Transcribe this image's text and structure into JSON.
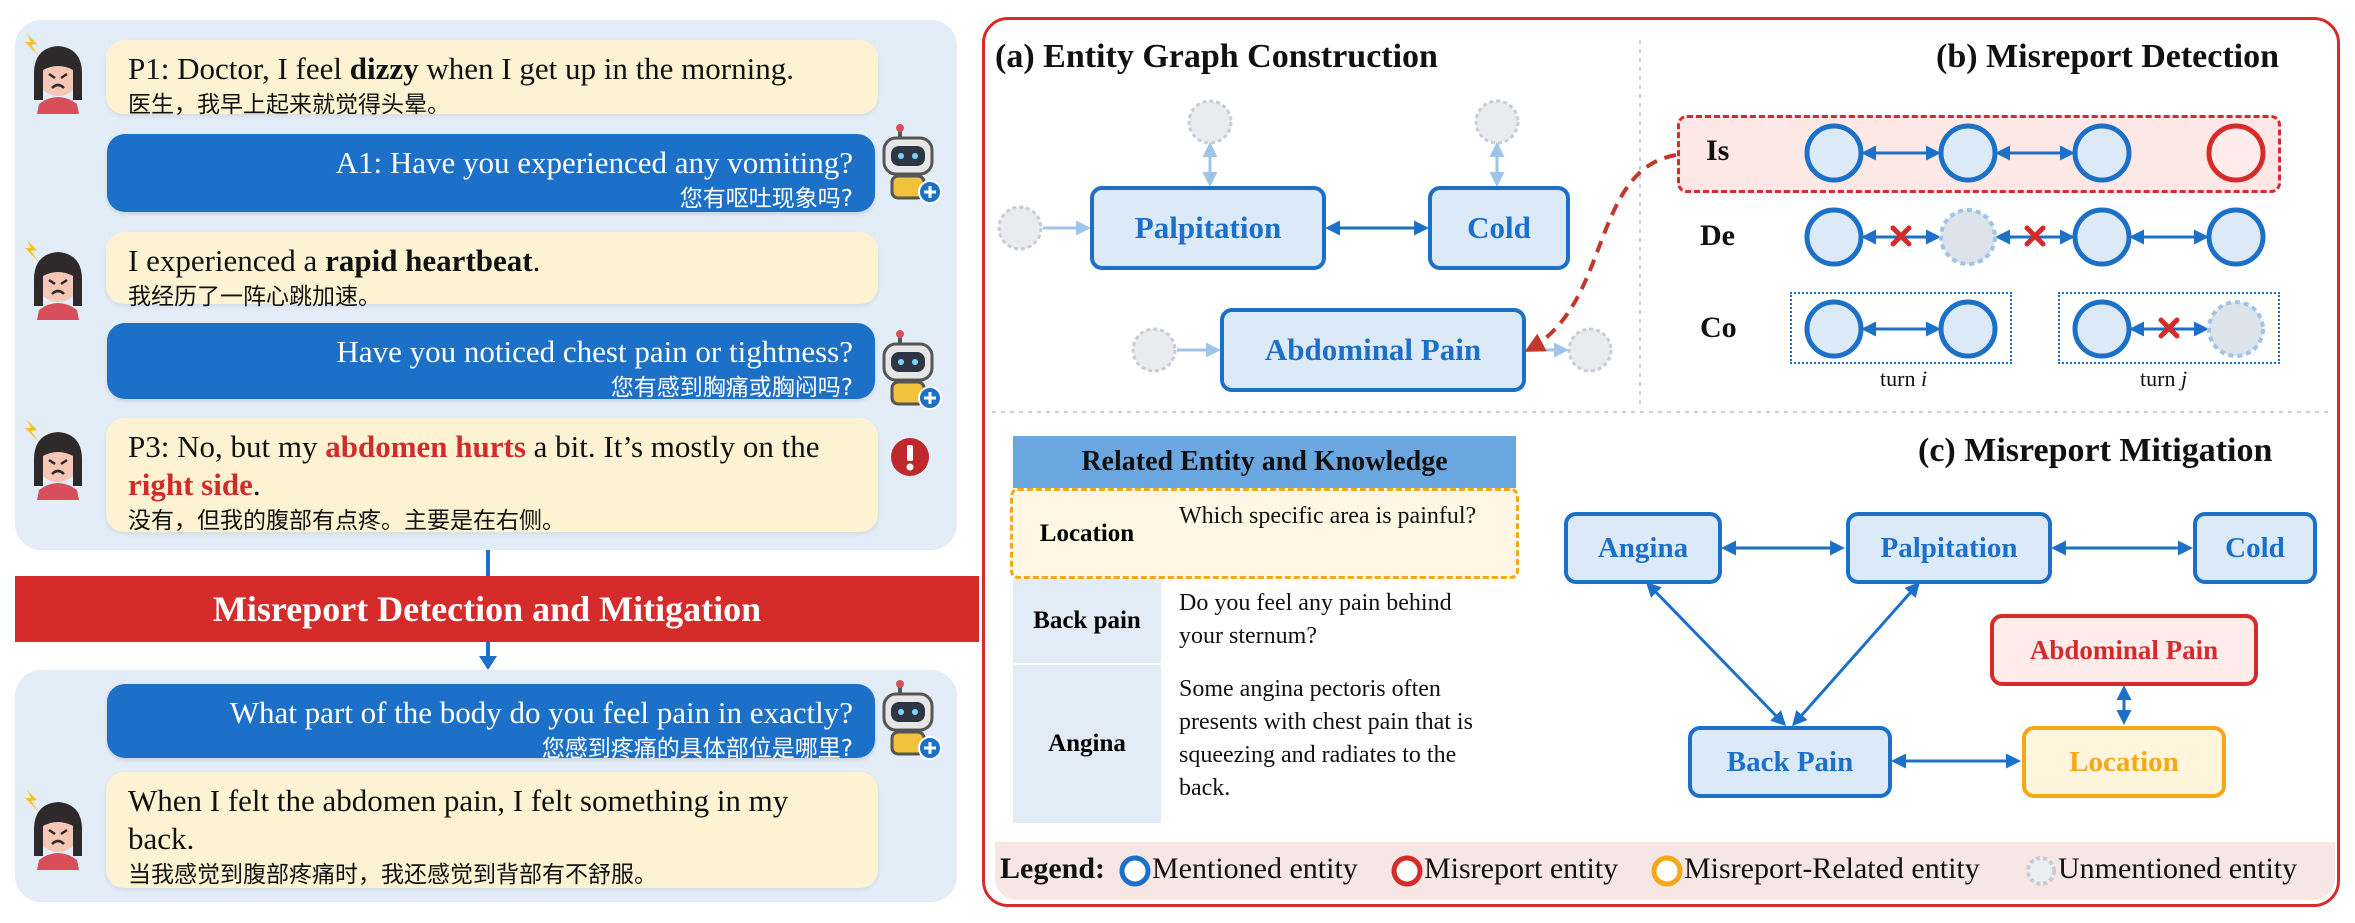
{
  "chat": {
    "before": [
      {
        "speaker": "patient",
        "en_html": "P1: Doctor, I feel <b>dizzy</b> when I get up in the morning.",
        "zh": "医生，我早上起来就觉得头晕。"
      },
      {
        "speaker": "doctor",
        "en": "A1: Have you experienced any vomiting?",
        "zh": "您有呕吐现象吗?"
      },
      {
        "speaker": "patient",
        "en_html": "I experienced a <b>rapid heartbeat</b>.",
        "zh": "我经历了一阵心跳加速。"
      },
      {
        "speaker": "doctor",
        "en": "Have you noticed chest pain or tightness?",
        "zh": "您有感到胸痛或胸闷吗?"
      },
      {
        "speaker": "patient",
        "en_html": "P3: No, but my <span class=\"hl\">abdomen hurts</span> a bit. It’s mostly on the <span class=\"hl\">right side</span>.",
        "zh": "没有，但我的腹部有点疼。主要是在右侧。"
      }
    ],
    "banner": "Misreport Detection and Mitigation",
    "after": [
      {
        "speaker": "doctor",
        "en": "What part of the body do you feel pain in exactly?",
        "zh": "您感到疼痛的具体部位是哪里?"
      },
      {
        "speaker": "patient",
        "en": "When I felt the abdomen pain, I felt something in my back.",
        "zh": "当我感觉到腹部疼痛时，我还感觉到背部有不舒服。"
      }
    ]
  },
  "panel_a": {
    "title": "(a) Entity Graph Construction",
    "nodes": {
      "palpitation": "Palpitation",
      "cold": "Cold",
      "abdominal": "Abdominal Pain"
    }
  },
  "panel_b": {
    "title": "(b) Misreport Detection",
    "rows": [
      "Is",
      "De",
      "Co"
    ],
    "turns": [
      "turn ",
      "i",
      "turn ",
      "j"
    ]
  },
  "panel_c": {
    "title": "(c) Misreport Mitigation",
    "table_title": "Related Entity and Knowledge",
    "table": [
      {
        "key": "Location",
        "value": "Which specific area is painful?"
      },
      {
        "key": "Back pain",
        "value": "Do you feel any pain behind your sternum?"
      },
      {
        "key": "Angina",
        "value": "Some angina pectoris often presents with chest pain that is squeezing and radiates to the back."
      }
    ],
    "nodes": {
      "angina": "Angina",
      "palpitation": "Palpitation",
      "cold": "Cold",
      "abdominal": "Abdominal Pain",
      "backpain": "Back Pain",
      "location": "Location"
    }
  },
  "legend": {
    "label": "Legend:",
    "items": [
      "Mentioned entity",
      "Misreport entity",
      "Misreport-Related entity",
      "Unmentioned entity"
    ],
    "colors": [
      "#1c70c8",
      "#d52b2b",
      "#f4a818",
      "#c7cdd4"
    ]
  },
  "colors": {
    "accent_blue": "#1c70c8",
    "accent_red": "#d52b2b",
    "accent_orange": "#f4a818",
    "patient_bubble": "#fdf3d2",
    "panel_bg": "#e3edf7"
  }
}
